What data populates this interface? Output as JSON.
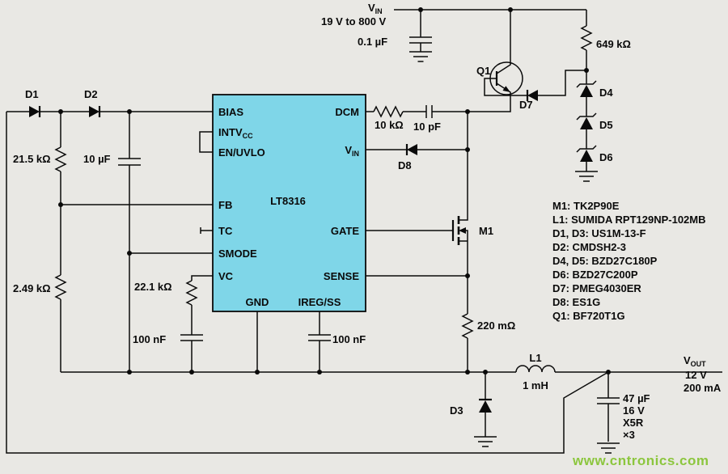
{
  "schematic": {
    "ic": {
      "part_number": "LT8316",
      "pins": {
        "bias": "BIAS",
        "intvcc_main": "INTV",
        "intvcc_sub": "CC",
        "en_uvlo": "EN/UVLO",
        "fb": "FB",
        "tc": "TC",
        "smode": "SMODE",
        "vc": "VC",
        "dcm": "DCM",
        "vin_main": "V",
        "vin_sub": "IN",
        "gate": "GATE",
        "sense": "SENSE",
        "gnd": "GND",
        "ireg_ss": "IREG/SS"
      }
    },
    "input": {
      "rail_main": "V",
      "rail_sub": "IN",
      "range": "19 V to 800 V",
      "bypass_cap": "0.1 µF"
    },
    "cascode": {
      "q1": "Q1",
      "r_bias": "649 kΩ",
      "d7": "D7",
      "d4": "D4",
      "d5": "D5",
      "d6": "D6"
    },
    "front_end": {
      "d1": "D1",
      "d2": "D2",
      "r_top": "21.5 kΩ",
      "c_bias": "10 µF",
      "r_bottom": "2.49 kΩ"
    },
    "dcm_net": {
      "r": "10 kΩ",
      "c": "10 pF"
    },
    "vin_diode": "D8",
    "vc_net": {
      "r": "22.1 kΩ",
      "c": "100 nF"
    },
    "ss_cap": "100 nF",
    "power": {
      "m1": "M1",
      "r_sense": "220 mΩ",
      "d3": "D3"
    },
    "output": {
      "l1": "L1",
      "l1_value": "1 mH",
      "cout_value": "47 µF",
      "cout_voltage": "16 V",
      "cout_dielectric": "X5R",
      "cout_count": "×3",
      "vout_main": "V",
      "vout_sub": "OUT",
      "vout_voltage": "12 V",
      "vout_current": "200 mA"
    },
    "bom": [
      "M1: TK2P90E",
      "L1: SUMIDA RPT129NP-102MB",
      "D1, D3: US1M-13-F",
      "D2: CMDSH2-3",
      "D4, D5: BZD27C180P",
      "D6: BZD27C200P",
      "D7: PMEG4030ER",
      "D8: ES1G",
      "Q1: BF720T1G"
    ],
    "watermark": "www.cntronics.com"
  },
  "colors": {
    "background": "#e9e8e4",
    "ic_fill": "#7fd6e8",
    "wire": "#0a0a0a",
    "watermark": "#8cc63e"
  }
}
